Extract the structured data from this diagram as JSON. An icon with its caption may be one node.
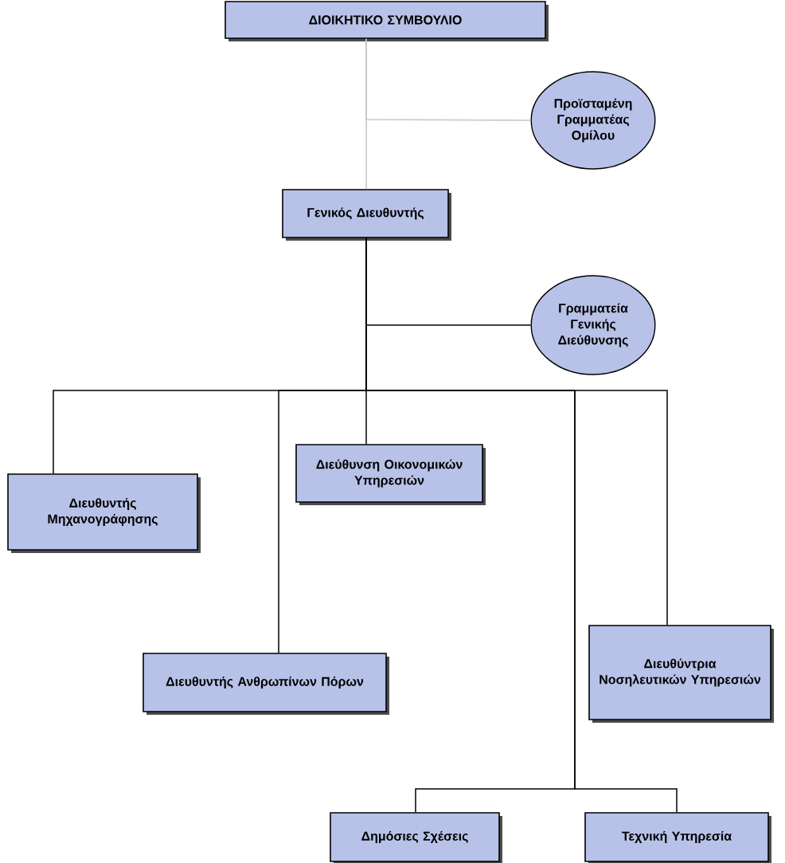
{
  "diagram": {
    "nodes": [
      {
        "text": [
          "ΔΙΟΙΚΗΤΙΚΟ ΣΥΜΒΟΥΛΙΟ"
        ]
      },
      {
        "text": [
          "Προϊσταμένη Γραμματέας Ομίλου"
        ]
      },
      {
        "text": [
          "Γενικός Διευθυντής"
        ]
      },
      {
        "text": [
          "Γραμματεία Γενικής Διεύθυνσης"
        ]
      },
      {
        "text": [
          "Διευθυντής Μηχανογράφησης"
        ]
      },
      {
        "text": [
          "Διεύθυνση Οικονομικών Υπηρεσιών"
        ]
      },
      {
        "text": [
          "Διευθυντής Ανθρωπίνων Πόρων"
        ]
      },
      {
        "text": [
          "Διευθύντρια Νοσηλευτικών Υπηρεσιών"
        ]
      },
      {
        "text": [
          "Δημόσιες Σχέσεις"
        ]
      },
      {
        "text": [
          "Τεχνική Υπηρεσία"
        ]
      }
    ],
    "edges": [
      {
        "from": 0,
        "to": 1,
        "arrow": "none",
        "color": "#c4c4c4"
      },
      {
        "from": 0,
        "to": 2,
        "arrow": "none",
        "color": "#c4c4c4"
      },
      {
        "from": 2,
        "to": 3,
        "arrow": "none"
      },
      {
        "from": 2,
        "to": 4,
        "arrow": "none"
      },
      {
        "from": 2,
        "to": 5,
        "arrow": "none"
      },
      {
        "from": 2,
        "to": 6,
        "arrow": "none"
      },
      {
        "from": 2,
        "to": 7,
        "arrow": "none"
      },
      {
        "from": 2,
        "to": 8,
        "arrow": "none"
      },
      {
        "from": 2,
        "to": 9,
        "arrow": "none"
      }
    ]
  }
}
